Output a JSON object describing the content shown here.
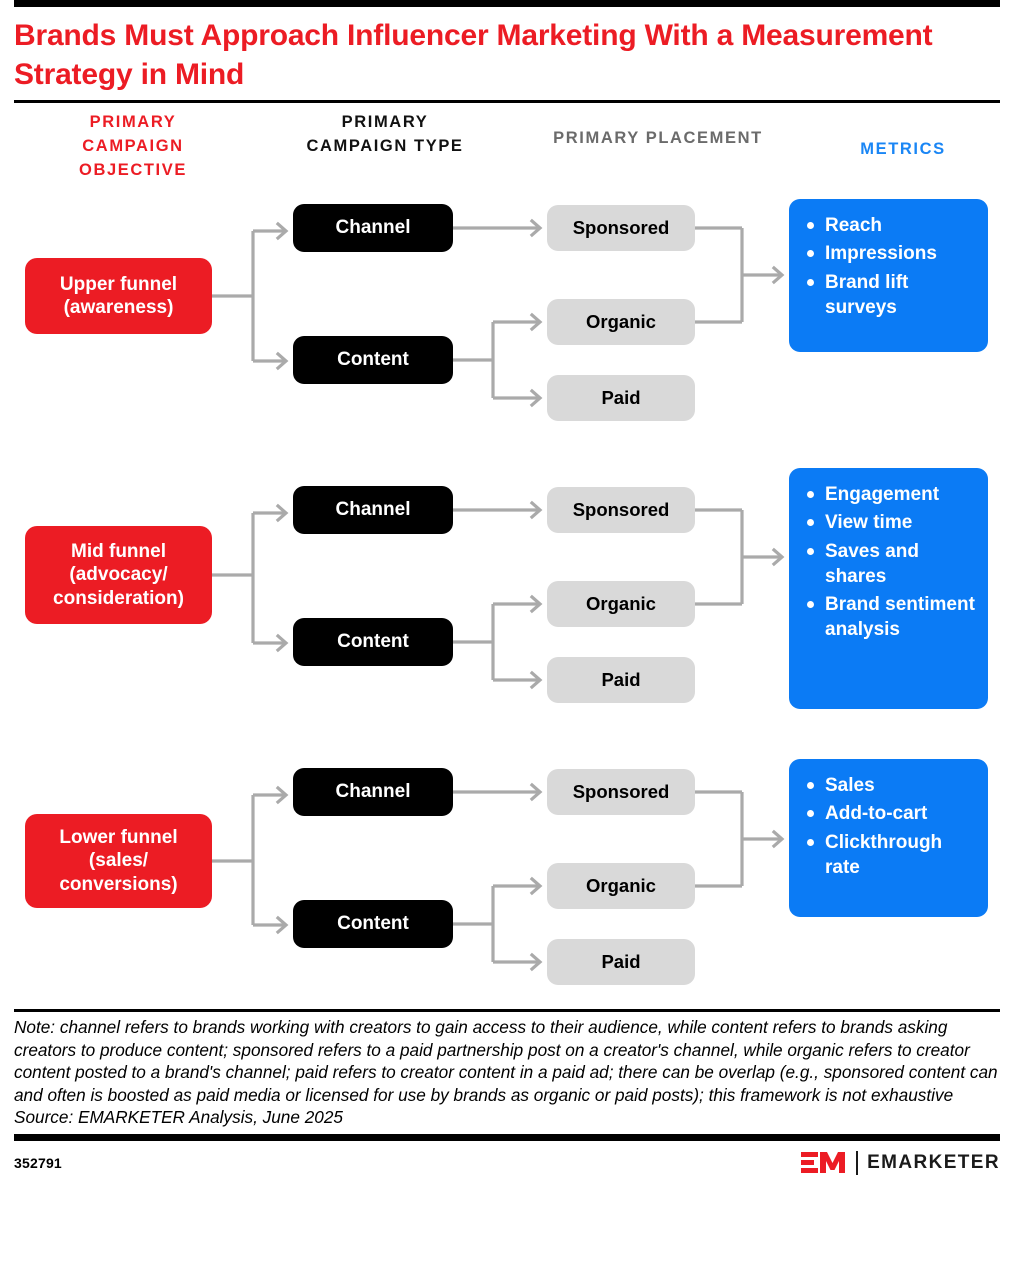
{
  "title": "Brands Must Approach Influencer Marketing With a Measurement Strategy in Mind",
  "colors": {
    "red": "#EC1C24",
    "blue": "#0B7BF5",
    "header_blue": "#1A86F5",
    "gray_box": "#D9D9D9",
    "connector_gray": "#AAAAAA",
    "black": "#000000"
  },
  "headers": {
    "objective": "PRIMARY CAMPAIGN OBJECTIVE",
    "type": "PRIMARY CAMPAIGN TYPE",
    "placement": "PRIMARY PLACEMENT",
    "metrics": "METRICS"
  },
  "rows": [
    {
      "objective": "Upper funnel (awareness)",
      "types": [
        "Channel",
        "Content"
      ],
      "placements": [
        "Sponsored",
        "Organic",
        "Paid"
      ],
      "metrics": [
        "Reach",
        "Impressions",
        "Brand lift surveys"
      ]
    },
    {
      "objective": "Mid funnel (advocacy/ consideration)",
      "types": [
        "Channel",
        "Content"
      ],
      "placements": [
        "Sponsored",
        "Organic",
        "Paid"
      ],
      "metrics": [
        "Engagement",
        "View time",
        "Saves and shares",
        "Brand sentiment analysis"
      ]
    },
    {
      "objective": "Lower funnel (sales/ conversions)",
      "types": [
        "Channel",
        "Content"
      ],
      "placements": [
        "Sponsored",
        "Organic",
        "Paid"
      ],
      "metrics": [
        "Sales",
        "Add-to-cart",
        "Clickthrough rate"
      ]
    }
  ],
  "note": "Note: channel refers to brands working with creators to gain access to their audience, while content refers to brands asking creators to produce content; sponsored refers to a paid partnership post on a creator's channel, while organic refers to creator content posted to a brand's channel; paid refers to creator content in a paid ad; there can be overlap (e.g., sponsored content can and often is boosted as paid media or licensed for use by brands as organic or paid posts); this framework is not exhaustive",
  "source": "Source: EMARKETER Analysis, June 2025",
  "footer": {
    "chart_id": "352791",
    "logo_mark": "EM",
    "logo_wordmark": "EMARKETER"
  }
}
